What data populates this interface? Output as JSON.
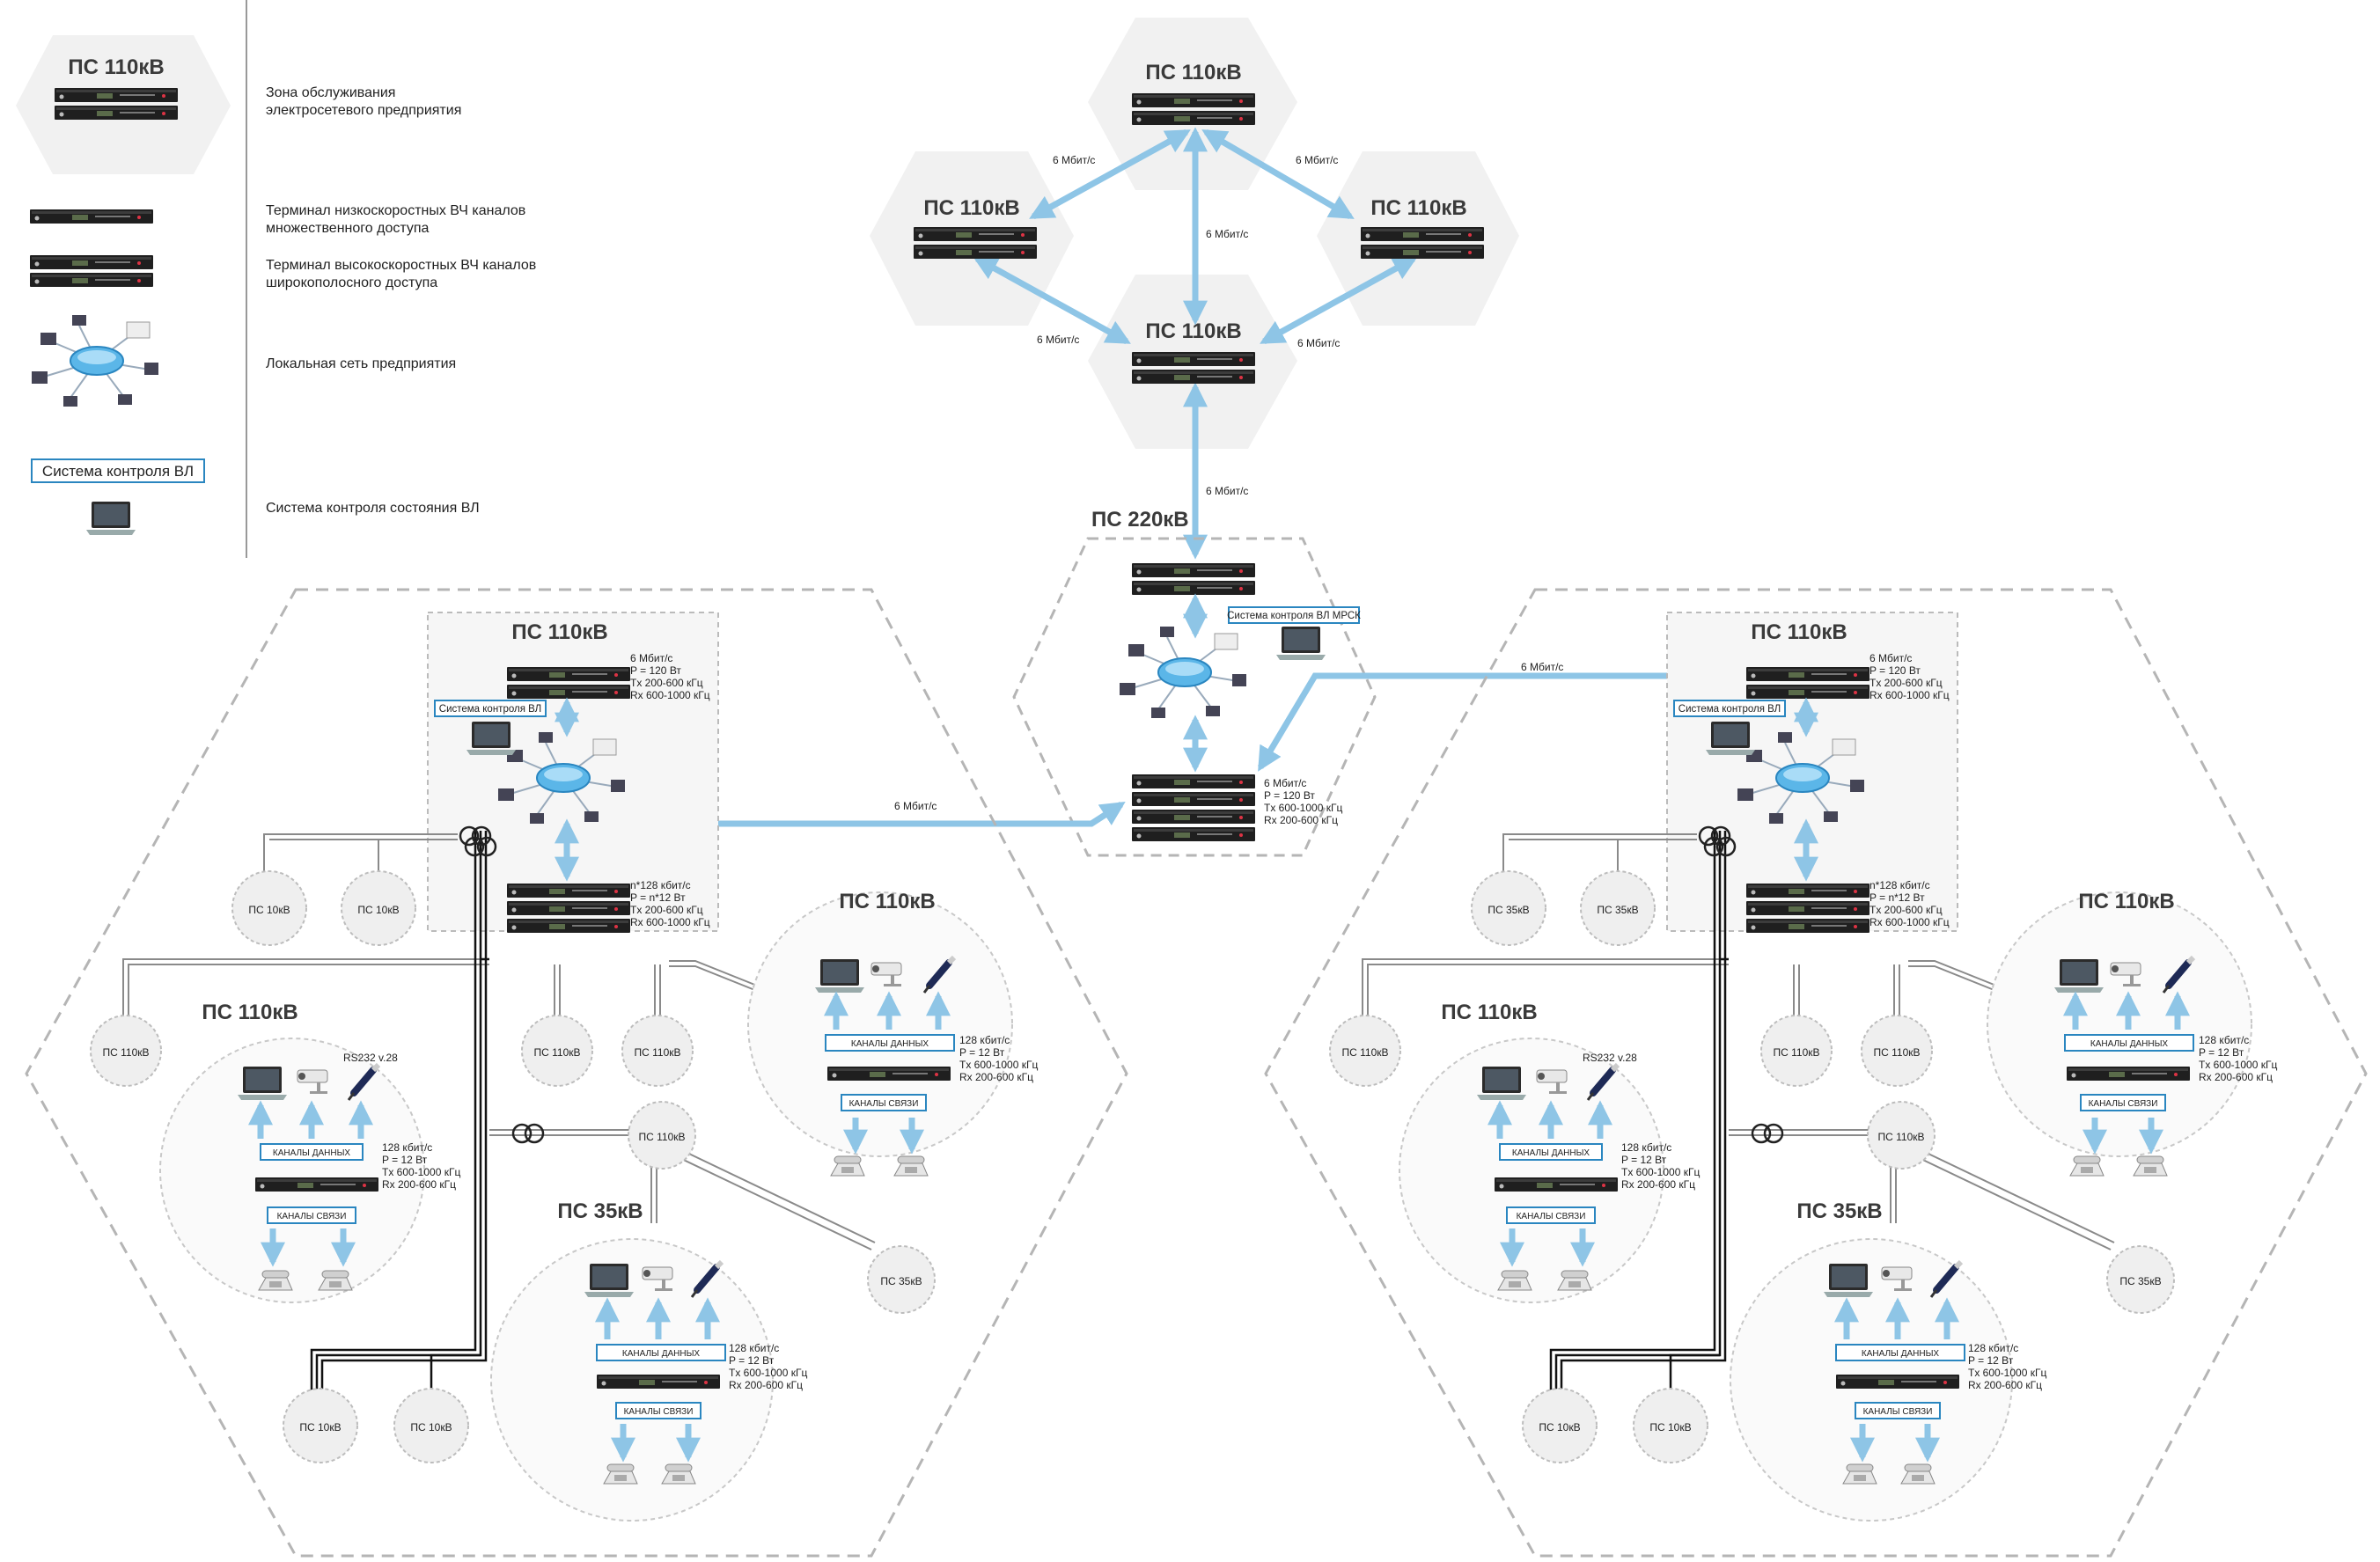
{
  "legend": {
    "zone_title": "ПС 110кВ",
    "zone_desc_1": "Зона обслуживания",
    "zone_desc_2": "электросетевого предприятия",
    "lowspeed_1": "Терминал низкоскоростных ВЧ каналов",
    "lowspeed_2": "множественного доступа",
    "highspeed_1": "Терминал высокоскоростных ВЧ каналов",
    "highspeed_2": "широкополосного доступа",
    "lan": "Локальная сеть предприятия",
    "vl_box": "Система контроля ВЛ",
    "vl_state": "Система контроля состояния ВЛ"
  },
  "top": {
    "ps": "ПС 110кВ",
    "link": "6 Мбит/с"
  },
  "center": {
    "title": "ПС 220кВ",
    "mrsk": "Система контроля ВЛ МРСК",
    "spec": [
      "6 Мбит/с",
      "P = 120 Вт",
      "Tx 600-1000 кГц",
      "Rx 200-600 кГц"
    ]
  },
  "region": {
    "main_ps": "ПС 110кВ",
    "spec_top": [
      "6 Мбит/с",
      "P = 120 Вт",
      "Tx 200-600 кГц",
      "Rx 600-1000 кГц"
    ],
    "vl": "Система контроля ВЛ",
    "spec_bottom": [
      "n*128 кбит/с",
      "P = n*12 Вт",
      "Tx 200-600 кГц",
      "Rx 600-1000 кГц"
    ],
    "link": "6 Мбит/с",
    "small_10": "ПС 10кВ",
    "small_35": "ПС 35кВ",
    "small_110": "ПС 110кВ",
    "sub_110": "ПС 110кВ",
    "sub_35": "ПС 35кВ",
    "rs232": "RS232 v.28",
    "data_ch": "КАНАЛЫ ДАННЫХ",
    "comm_ch": "КАНАЛЫ СВЯЗИ",
    "spec_a": [
      "128 кбит/с",
      "P = 12 Вт",
      "Tx 600-1000 кГц",
      "Rx 200-600 кГц"
    ],
    "spec_b": [
      "128 кбит/с",
      "P = 12 Вт",
      "Tx 600-1000 кГц",
      "Rx 200-600 кГц"
    ],
    "spec_c": [
      "128 кбит/с",
      "P = 12 Вт",
      "Tx 600-1000 кГц",
      "Rx 200-600 кГц"
    ]
  },
  "colors": {
    "link": "#8ec5e6",
    "hex_fill": "#f1f1f1",
    "dash": "#b5b5b5",
    "device": "#1f1f1f"
  }
}
